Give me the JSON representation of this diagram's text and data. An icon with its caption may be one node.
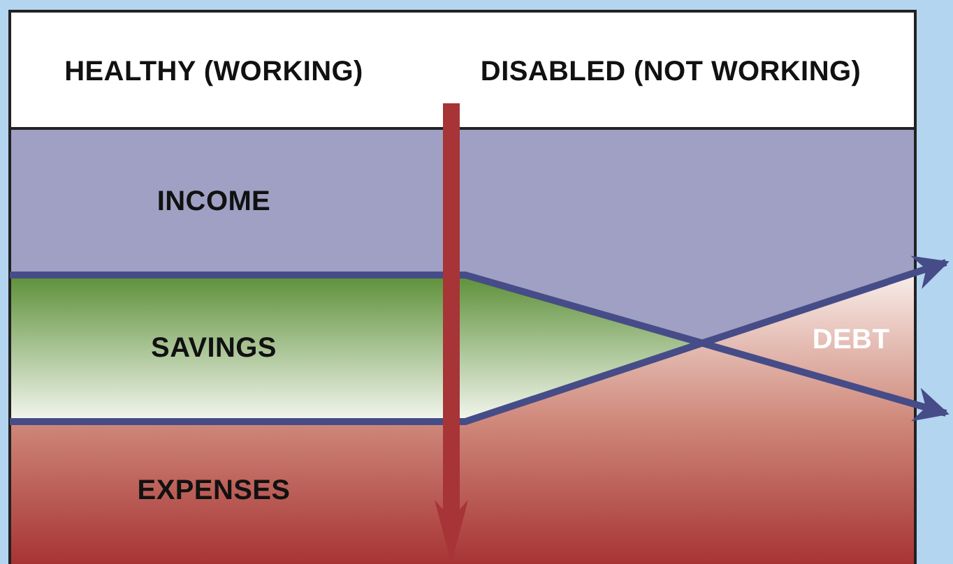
{
  "diagram": {
    "labels": [
      "HEALTHY (WORKING)",
      "DISABLED (NOT WORKING)",
      "INCOME",
      "SAVINGS",
      "EXPENSES",
      "DEBT"
    ]
  }
}
